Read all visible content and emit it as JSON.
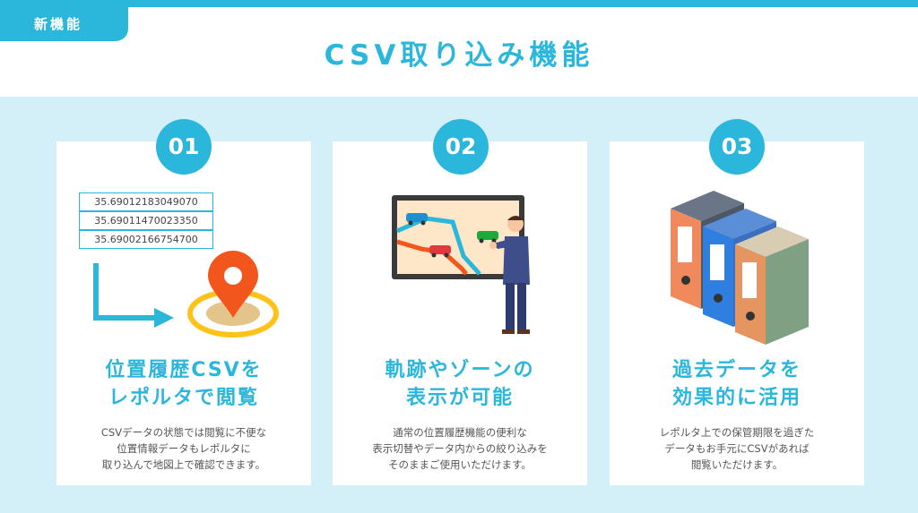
{
  "badge": "新機能",
  "title": "CSV取り込み機能",
  "colors": {
    "accent": "#2bb6dc",
    "background": "#d3eff7",
    "card": "#ffffff"
  },
  "cards": [
    {
      "number": "01",
      "coords": [
        "35.69012183049070",
        "35.69011470023350",
        "35.69002166754700"
      ],
      "heading": [
        "位置履歴CSVを",
        "レポルタで閲覧"
      ],
      "description": [
        "CSVデータの状態では閲覧に不便な",
        "位置情報データもレポルタに",
        "取り込んで地図上で確認できます。"
      ],
      "icon": "map-pin-icon"
    },
    {
      "number": "02",
      "heading": [
        "軌跡やゾーンの",
        "表示が可能"
      ],
      "description": [
        "通常の位置履歴機能の便利な",
        "表示切替やデータ内からの絞り込みを",
        "そのままご使用いただけます。"
      ],
      "icon": "map-presentation-icon"
    },
    {
      "number": "03",
      "heading": [
        "過去データを",
        "効果的に活用"
      ],
      "description": [
        "レポルタ上での保管期限を過ぎた",
        "データもお手元にCSVがあれば",
        "閲覧いただけます。"
      ],
      "icon": "binders-icon"
    }
  ]
}
